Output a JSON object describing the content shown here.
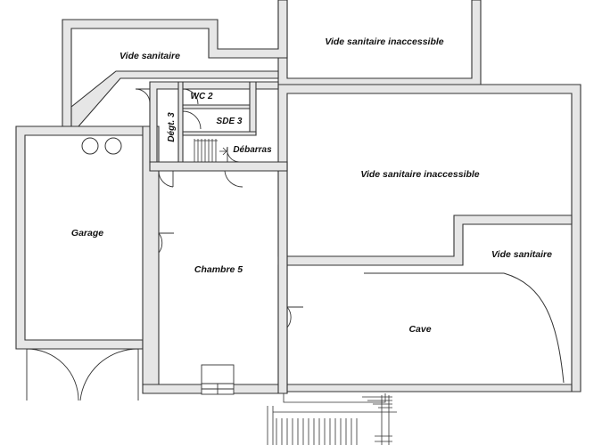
{
  "plan": {
    "rooms": {
      "vide_sanitaire_nw": "Vide sanitaire",
      "vide_sanitaire_inaccessible_top": "Vide sanitaire inaccessible",
      "wc": "WC 2",
      "sde": "SDE 3",
      "degt": "Dégt. 3",
      "debarras": "Débarras",
      "vide_sanitaire_inaccessible_mid": "Vide sanitaire inaccessible",
      "garage": "Garage",
      "chambre": "Chambre 5",
      "vide_sanitaire_east": "Vide sanitaire",
      "cave": "Cave"
    },
    "colors": {
      "wall_fill": "#e8e8e8",
      "line": "#333333"
    }
  }
}
